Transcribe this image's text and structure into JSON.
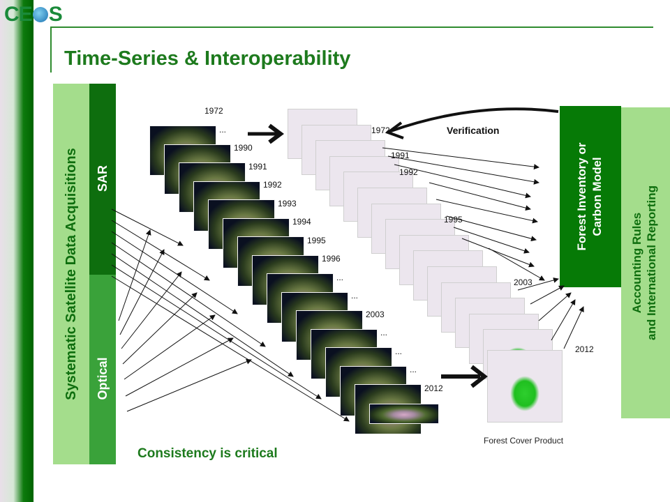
{
  "logo": {
    "text_left": "CE",
    "text_right": "S"
  },
  "title": "Time-Series & Interoperability",
  "left_panel": {
    "acquisitions": "Systematic Satellite Data Acquisitions",
    "sar": "SAR",
    "optical": "Optical"
  },
  "sar_years": [
    "1972",
    "...",
    "1990",
    "1991",
    "1992",
    "1993",
    "1994",
    "1995",
    "1996",
    "...",
    "...",
    "2003",
    "...",
    "...",
    "...",
    "2012"
  ],
  "product_years": [
    "1972",
    "1991",
    "1992",
    "1995",
    "2003",
    "2012"
  ],
  "verification_label": "Verification",
  "forest_inventory": {
    "line1": "Forest Inventory or",
    "line2": "Carbon Model"
  },
  "accounting": {
    "line1": "Accounting Rules",
    "line2": "and International Reporting"
  },
  "forest_cover_label": "Forest Cover Product",
  "consistency_label": "Consistency is critical",
  "colors": {
    "title_green": "#1d7a1d",
    "dark_green": "#067a06",
    "light_green": "#a4dd8c",
    "forest_green": "#1fbf1f"
  },
  "icons": [
    "globe-icon",
    "big-arrow-icon",
    "curved-arrow-icon"
  ]
}
